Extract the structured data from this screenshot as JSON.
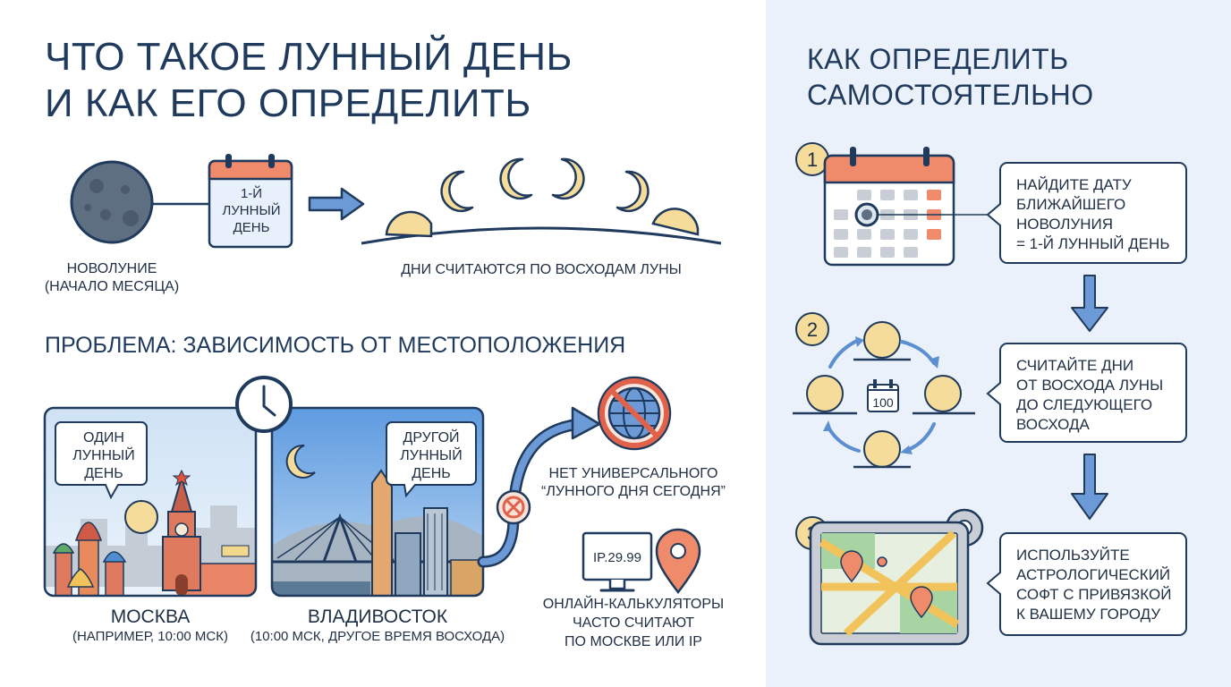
{
  "title": {
    "line1": "ЧТО ТАКОЕ ЛУННЫЙ ДЕНЬ",
    "line2": "И КАК ЕГО ОПРЕДЕЛИТЬ"
  },
  "intro": {
    "calendar_line1": "1-Й",
    "calendar_line2": "ЛУННЫЙ",
    "calendar_line3": "ДЕНЬ",
    "new_moon_line1": "НОВОЛУНИЕ",
    "new_moon_line2": "(НАЧАЛО МЕСЯЦА)",
    "moonrise_caption": "ДНИ СЧИТАЮТСЯ ПО ВОСХОДАМ ЛУНЫ"
  },
  "problem": {
    "heading": "ПРОБЛЕМА: ЗАВИСИМОСТЬ ОТ МЕСТОПОЛОЖЕНИЯ",
    "moscow": {
      "bubble_line1": "ОДИН",
      "bubble_line2": "ЛУННЫЙ",
      "bubble_line3": "ДЕНЬ",
      "city": "МОСКВА",
      "note": "(НАПРИМЕР, 10:00 МСК)"
    },
    "vladivostok": {
      "bubble_line1": "ДРУГОЙ",
      "bubble_line2": "ЛУННЫЙ",
      "bubble_line3": "ДЕНЬ",
      "city": "ВЛАДИВОСТОК",
      "note": "(10:00 МСК, ДРУГОЕ ВРЕМЯ ВОСХОДА)"
    },
    "no_universal_line1": "НЕТ УНИВЕРСАЛЬНОГО",
    "no_universal_line2": "“ЛУННОГО ДНЯ СЕГОДНЯ”",
    "ip_label": "IP.29.99",
    "calc_line1": "ОНЛАЙН-КАЛЬКУЛЯТОРЫ",
    "calc_line2": "ЧАСТО СЧИТАЮТ",
    "calc_line3": "ПО МОСКВЕ ИЛИ IP"
  },
  "right": {
    "title_line1": "КАК ОПРЕДЕЛИТЬ",
    "title_line2": "САМОСТОЯТЕЛЬНО",
    "steps": [
      {
        "num": "1",
        "line1": "НАЙДИТЕ ДАТУ",
        "line2": "БЛИЖАЙШЕГО",
        "line3": "НОВОЛУНИЯ",
        "line4": "= 1-Й ЛУННЫЙ ДЕНЬ"
      },
      {
        "num": "2",
        "line1": "СЧИТАЙТЕ ДНИ",
        "line2": "ОТ ВОСХОДА ЛУНЫ",
        "line3": "ДО СЛЕДУЮЩЕГО",
        "line4": "ВОСХОДА"
      },
      {
        "num": "3",
        "line1": "ИСПОЛЬЗУЙТЕ",
        "line2": "АСТРОЛОГИЧЕСКИЙ",
        "line3": "СОФТ С ПРИВЯЗКОЙ",
        "line4": "К ВАШЕМУ ГОРОДУ"
      }
    ],
    "cycle_calendar_label": "100"
  },
  "colors": {
    "navy": "#1f3a5c",
    "moon_yellow": "#f6dc9a",
    "accent_orange": "#ef8a6a",
    "arrow_blue": "#5b8fd0",
    "panel_bg": "#eaf1fa"
  }
}
